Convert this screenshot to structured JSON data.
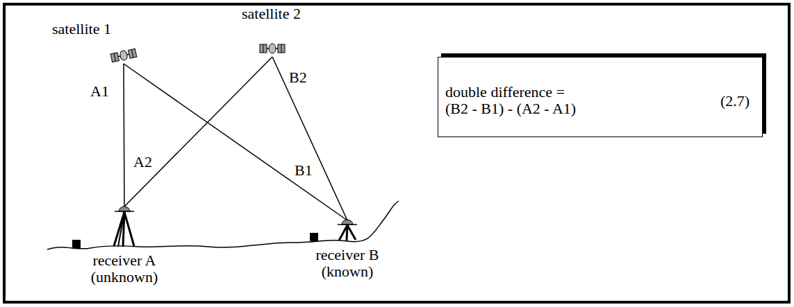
{
  "diagram": {
    "nodes": [
      {
        "text": [
          "satellite 1"
        ]
      },
      {
        "text": [
          "satellite 2"
        ]
      },
      {
        "text": [
          "receiver A (unknown)"
        ]
      },
      {
        "text": [
          "receiver B (known)"
        ]
      },
      {
        "text": [
          "double difference = (B2 - B1) - (A2 - A1)",
          "(2.7)"
        ]
      }
    ],
    "edges": [
      {
        "from": 0,
        "to": 2,
        "label": "A1",
        "arrow": "none"
      },
      {
        "from": 1,
        "to": 2,
        "label": "A2",
        "arrow": "none"
      },
      {
        "from": 0,
        "to": 3,
        "label": "B1",
        "arrow": "none"
      },
      {
        "from": 1,
        "to": 3,
        "label": "B2",
        "arrow": "none"
      }
    ]
  }
}
